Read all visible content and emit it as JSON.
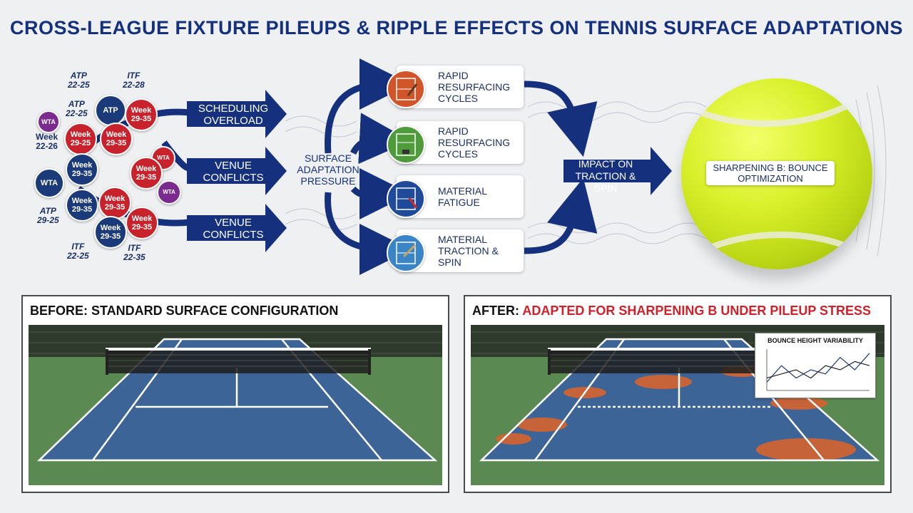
{
  "title": "CROSS-LEAGUE FIXTURE PILEUPS & RIPPLE EFFECTS ON TENNIS SURFACE ADAPTATIONS",
  "leagues": {
    "logos": [
      {
        "brand": "ATP",
        "range": "22-25"
      },
      {
        "brand": "ITF",
        "range": "22-28"
      },
      {
        "brand": "ATP",
        "range": "22-25"
      },
      {
        "brand": "ATP",
        "range": "29-25"
      },
      {
        "brand": "ITF",
        "range": "22-25"
      },
      {
        "brand": "ITF",
        "range": "22-35"
      }
    ],
    "wta_week": {
      "brand": "WTA",
      "line1": "Week",
      "line2": "22-26"
    },
    "bubbles": [
      {
        "line1": "ATP",
        "line2": "",
        "color": "#1b3a7a"
      },
      {
        "line1": "Week",
        "line2": "29-35",
        "color": "#c8232c"
      },
      {
        "line1": "Week",
        "line2": "29-25",
        "color": "#c8232c"
      },
      {
        "line1": "Week",
        "line2": "29-35",
        "color": "#c8232c"
      },
      {
        "line1": "Week",
        "line2": "29-35",
        "color": "#1b3a7a"
      },
      {
        "line1": "WTA",
        "line2": "",
        "color": "#1b3a7a"
      },
      {
        "line1": "WTA",
        "line2": "",
        "color": "#c8232c"
      },
      {
        "line1": "Week",
        "line2": "29-35",
        "color": "#c8232c"
      },
      {
        "line1": "WTA",
        "line2": "",
        "color": "#7b2b8f"
      },
      {
        "line1": "Week",
        "line2": "29-35",
        "color": "#1b3a7a"
      },
      {
        "line1": "Week",
        "line2": "29-35",
        "color": "#c8232c"
      },
      {
        "line1": "Week",
        "line2": "29-35",
        "color": "#c8232c"
      },
      {
        "line1": "Week",
        "line2": "29-35",
        "color": "#1b3a7a"
      },
      {
        "line1": "WTA",
        "line2": "",
        "color": "#7b2b8f"
      }
    ]
  },
  "arrows": {
    "scheduling": "SCHEDULING OVERLOAD",
    "venue1": "VENUE CONFLICTS",
    "venue2": "VENUE CONFLICTS"
  },
  "center": "SURFACE ADAPTATION PRESSURE",
  "cards": [
    {
      "label": "RAPID RESURFACING CYCLES",
      "icon": "clay-court-icon",
      "color": "#d2552a"
    },
    {
      "label": "RAPID RESURFACING CYCLES",
      "icon": "grass-court-icon",
      "color": "#4f9a3a"
    },
    {
      "label": "MATERIAL FATIGUE",
      "icon": "hard-court-icon",
      "color": "#1f4b9a"
    },
    {
      "label": "MATERIAL TRACTION & SPIN",
      "icon": "blue-court-icon",
      "color": "#3a84c8"
    }
  ],
  "impact": "IMPACT ON TRACTION & SPIN",
  "ball_label": "SHARPENING B: BOUNCE OPTIMIZATION",
  "before": {
    "heading": "BEFORE: STANDARD SURFACE CONFIGURATION"
  },
  "after": {
    "heading_prefix": "AFTER: ",
    "heading_red": "ADAPTED FOR SHARPENING B UNDER PILEUP STRESS"
  },
  "colors": {
    "navy": "#15317e",
    "court_blue": "#3d6496",
    "court_green": "#5a8a52",
    "clay": "#d6632e",
    "ball": "#d8f02a"
  },
  "chart_data": {
    "type": "line",
    "title": "BOUNCE HEIGHT VARIABILITY",
    "x": [
      1,
      2,
      3,
      4,
      5,
      6,
      7,
      8
    ],
    "series": [
      {
        "values": [
          2,
          6,
          3,
          5,
          4,
          8,
          5,
          9
        ]
      },
      {
        "values": [
          3,
          4,
          5,
          3,
          6,
          5,
          7,
          6
        ]
      }
    ],
    "ylim": [
      0,
      10
    ]
  }
}
